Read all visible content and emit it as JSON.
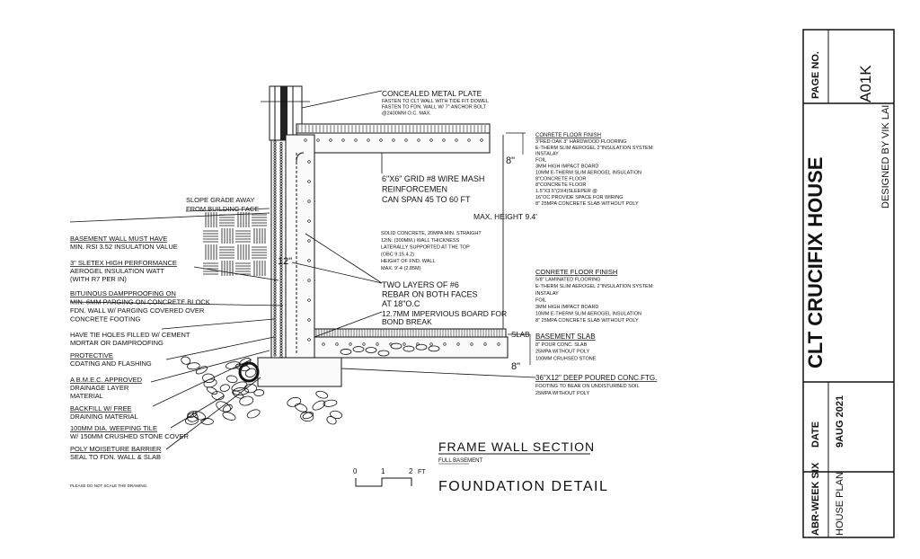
{
  "notes": {
    "slope_grade": {
      "lines": [
        "SLOPE GRADE AWAY",
        "FROM BUILDING FACE"
      ]
    },
    "basement_wall": {
      "lines": [
        "BASEMENT WALL MUST HAVE",
        "MIN. RSI 3.52 INSULATION VALUE"
      ]
    },
    "sletex": {
      "lines": [
        "3\" SLETEX HIGH PERFORMANCE",
        "AEROGEL INSULATION WATT",
        "(WITH R7 PER IN)"
      ]
    },
    "dampproofing": {
      "lines": [
        "BITUINOUS DAMPPROOFING ON",
        "MIN. 6MM PARGING ON CONCRETE BLOCK",
        "FDN. WALL W/ PARGING COVERED OVER",
        "CONCRETE FOOTING"
      ]
    },
    "tie_holes": {
      "lines": [
        "HAVE TIE HOLES FILLED W/ CEMENT",
        "MORTAR OR DAMPROOFING"
      ]
    },
    "protective": {
      "lines": [
        "PROTECTIVE",
        "COATING AND FLASHING"
      ]
    },
    "drainage": {
      "lines": [
        "A B.M.E.C. APPROVED",
        "DRAINAGE LAYER",
        "MATERIAL"
      ]
    },
    "backfill": {
      "lines": [
        "BACKFILL W/ FREE",
        "DRAINING MATERIAL"
      ]
    },
    "weeping_tile": {
      "lines": [
        "100MM DIA. WEEPING TILE",
        "W/ 150MM CRUSHED STONE COVER"
      ]
    },
    "poly": {
      "lines": [
        "POLY MOISETURE BARRIER",
        "SEAL TO FDN. WALL & SLAB"
      ]
    },
    "metal_plate": {
      "lines": [
        "CONCEALED METAL PLATE",
        "FASTEN TO CLT WALL WITH TIDE FIT DOWEL",
        "FASTEN TO FDN. WALL W/ 7\" ANCHOR BOLT",
        "@2400MM O.C. MAX."
      ]
    },
    "wire_mesh": {
      "lines": [
        "6\"X6\" GRID #8 WIRE MASH",
        "REINFORCEMEN",
        "CAN SPAN 45 TO 60 FT"
      ]
    },
    "max_height": {
      "lines": [
        "MAX. HEIGHT 9.4'"
      ]
    },
    "solid_concrete": {
      "lines": [
        "SOLID CONCRETE, 20MPA MIN. STRAIGHT",
        "12IN. (300MM.) WALL THICKNESS",
        "LATERALLY SUPPORTED AT THE TOP",
        "(OBC 9.15.4.2)",
        "HEIGHT OF FND. WALL",
        "MAX. 9'-4 (2.85M)"
      ]
    },
    "rebar": {
      "lines": [
        "TWO LAYERS OF #6",
        "REBAR ON BOTH FACES",
        "AT 18\"O.C"
      ]
    },
    "bond_break": {
      "lines": [
        "12.7MM IMPERVIOUS BOARD FOR",
        "BOND BREAK"
      ]
    },
    "floor_finish_upper": {
      "lines": [
        "CONRETE FLOOR FINISH",
        "3\"RED OAK 3\" HARDWOOD FLOORING",
        "E-THERM SLIM AEROGEL 2\"INSULATION SYSTEM:",
        "INSTALAY",
        "FOIL",
        "3MM HIGH IMPACT BOARD",
        "10MM E-THERM SLIM AEROGEL INSULATION",
        "8\"CONCRETE FLOOR",
        "8\"CONCRETE FLOOR",
        "1.5\"X3.5\"(2X4)SLEEPER @",
        "16\"OC PROVIDE SPACE FOR WIRING",
        "8\" 25MPA CONCRETE SLAB WITHOUT POLY"
      ]
    },
    "floor_finish_lower": {
      "lines": [
        "CONRETE FLOOR FINISH",
        "5/8\" LAMINATED FLOORING",
        "E-THERM SLIM AEROGEL 2\"INSULATION SYSTEM:",
        "INSTALAY",
        "FOIL",
        "3MM HIGH IMPACT BOARD",
        "10MM E-THERM SLIM AEROGEL INSULATION",
        "8\" 25MPA CONCRETE SLAB WITHOUT POLY"
      ]
    },
    "basement_slab": {
      "lines": [
        "BASEMENT SLAB",
        "8\" POUR CONC. SLAB",
        "25MPA WITHOUT POLY",
        "100MM CRUHSED STONE"
      ]
    },
    "footing": {
      "lines": [
        "36\"X12\" DEEP POURED CONC.FTG.",
        "FOOTING TO BEAR ON UNDISTURBED SOIL",
        "25MPA WITHOUT POLY"
      ]
    },
    "disclaimer": {
      "lines": [
        "PLEASE DO NOT SCALE THE DRAWING."
      ]
    }
  },
  "dimensions": {
    "upper_slab": "8\"",
    "wall": "12\"",
    "slab_label": "SLAB",
    "lower_slab": "8\""
  },
  "titles": {
    "section": "FRAME WALL SECTION",
    "subtitle": "FULL BASEMENT",
    "detail": "FOUNDATION DETAIL"
  },
  "scale_bar": {
    "ticks": [
      "0",
      "1",
      "2"
    ],
    "unit": "FT"
  },
  "title_block": {
    "page_label": "PAGE NO.",
    "page_no": "A01K",
    "project": "CLT CRUCIFIX HOUSE",
    "designer": "DESIGNED BY VIK LAI",
    "date_label": "DATE",
    "date": "9AUG 2021",
    "course": "ABR-WEEK SIX",
    "sheet": "HOUSE PLAN"
  }
}
